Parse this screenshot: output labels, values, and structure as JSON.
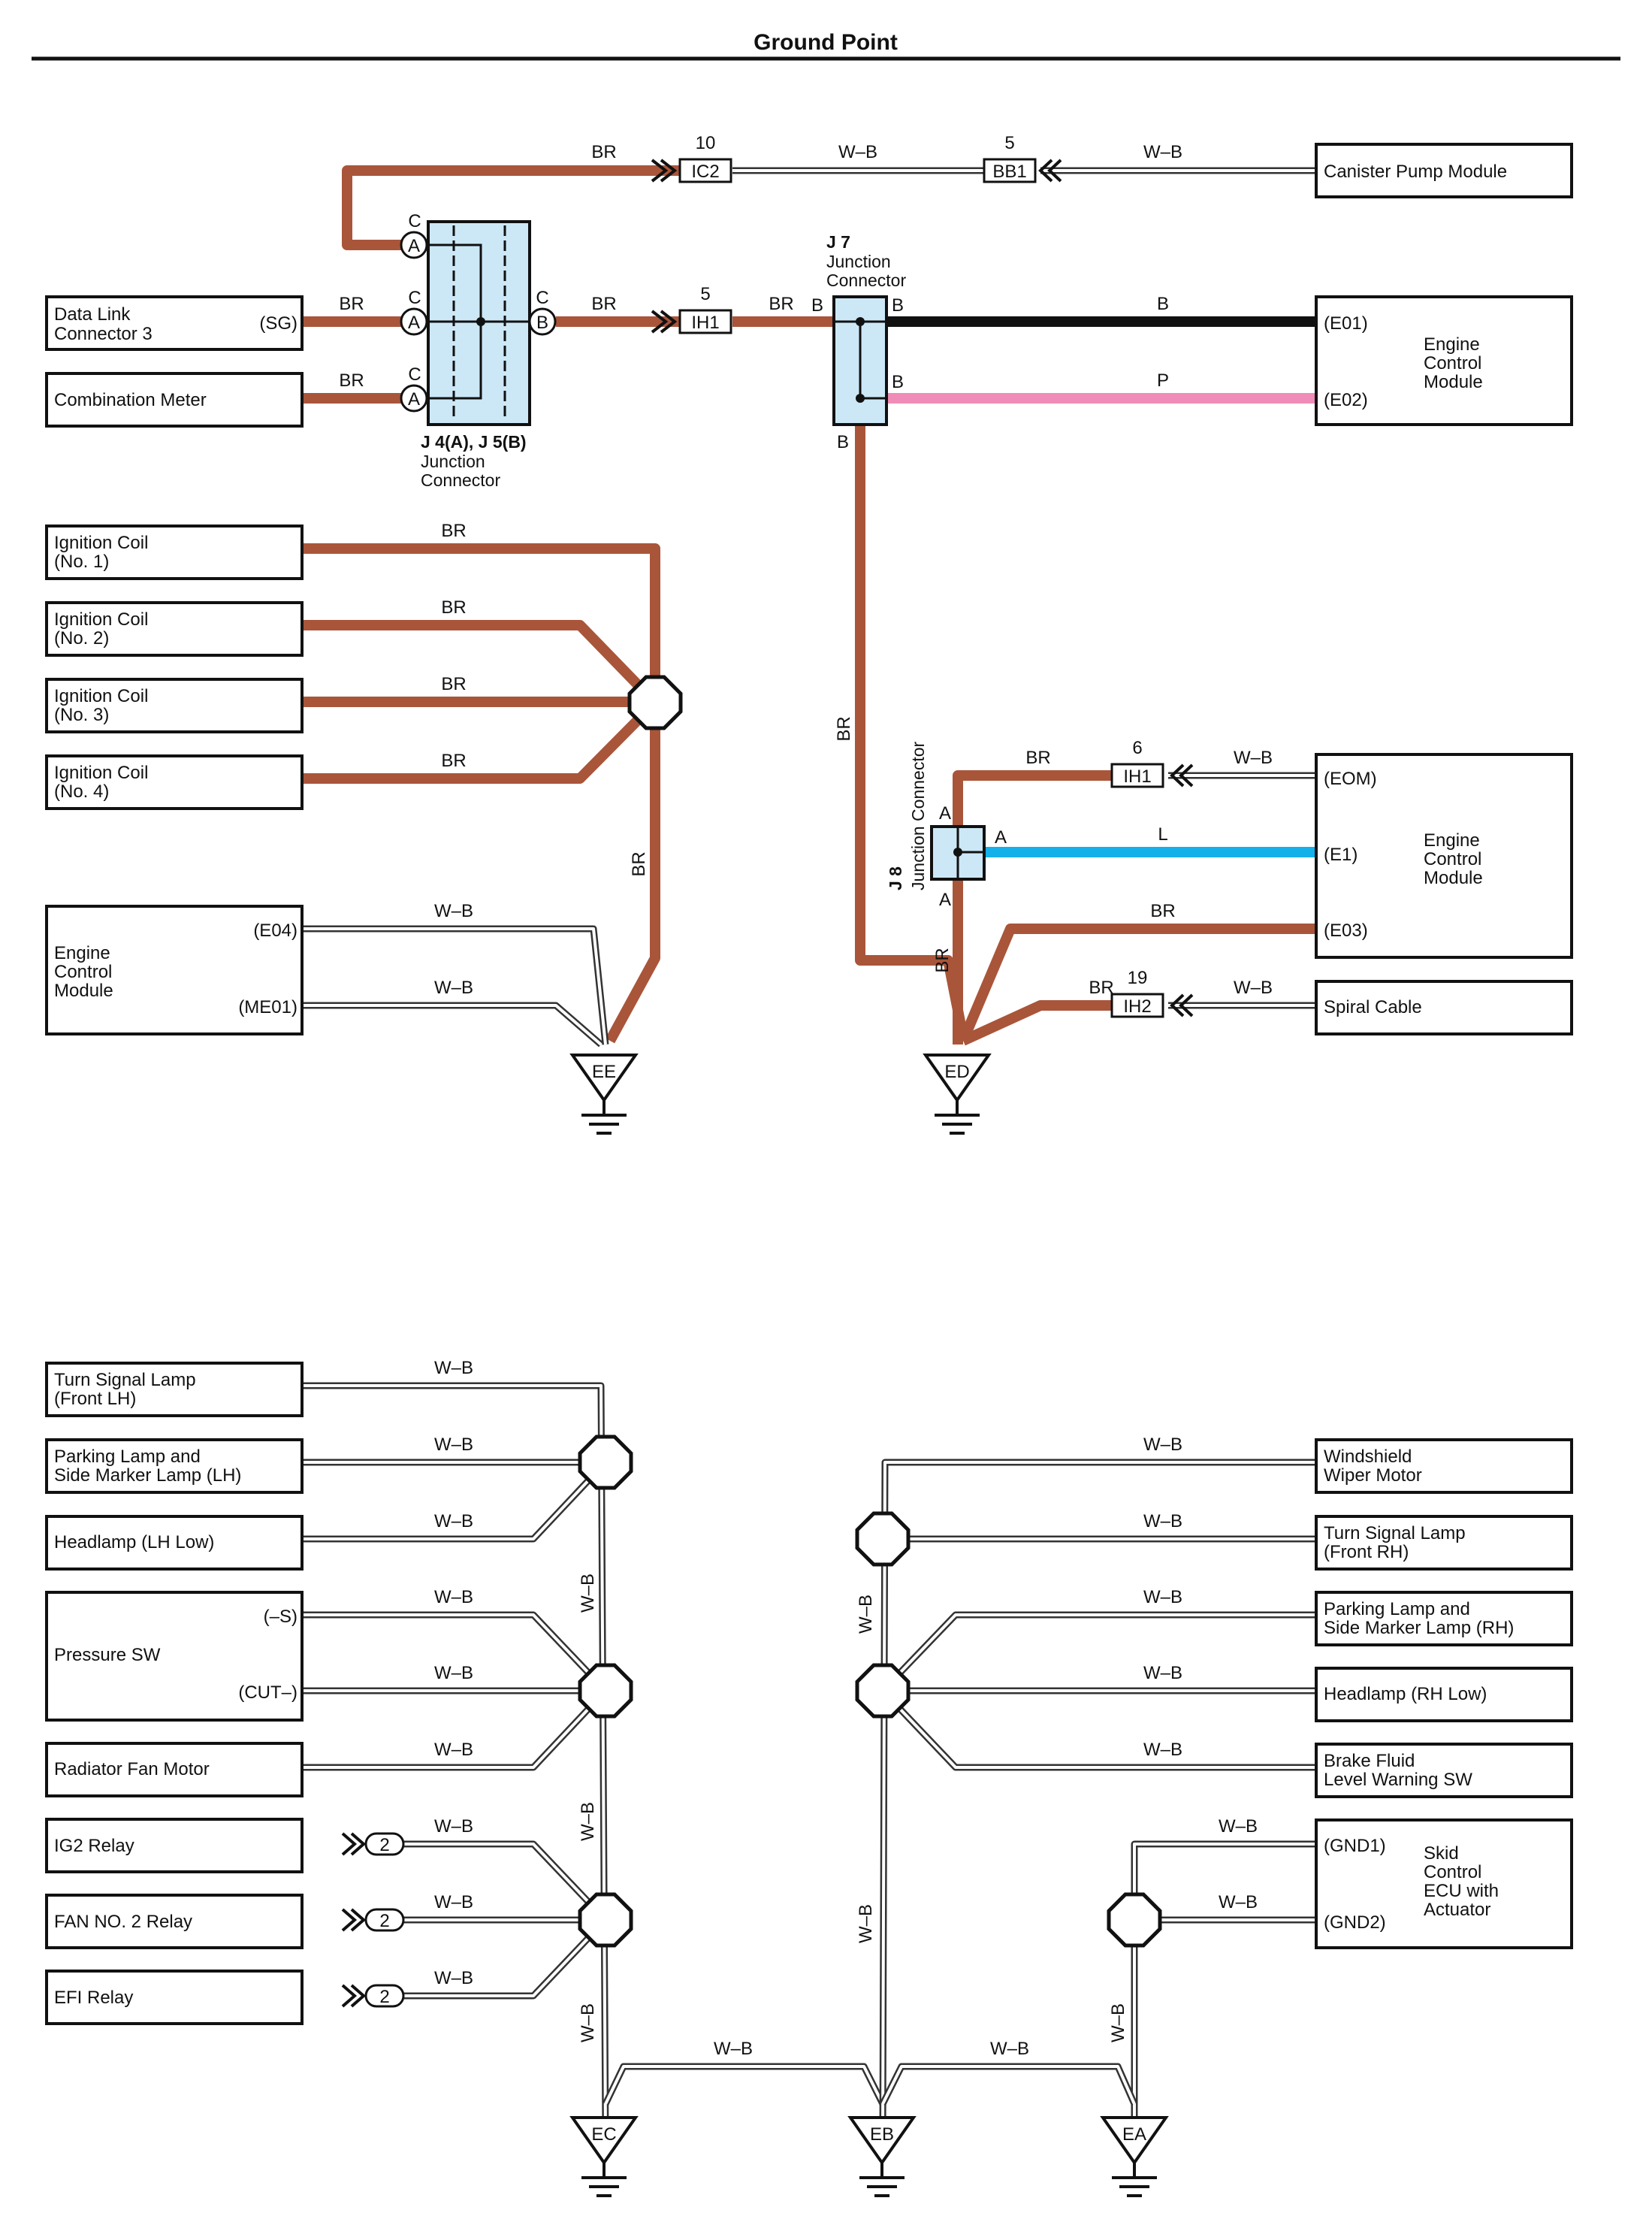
{
  "title": "Ground Point",
  "colors": {
    "BR": "#a9553a",
    "B": "#111111",
    "P": "#f08cb8",
    "L": "#14b0ea",
    "WB_core": "#ffffff",
    "WB_edge": "#333333",
    "junction_fill": "#cce8f6"
  },
  "wire_codes": {
    "br": "BR",
    "wb": "W–B",
    "b": "B",
    "p": "P",
    "l": "L"
  },
  "components": {
    "canister": "Canister Pump Module",
    "dlc3_l1": "Data Link",
    "dlc3_l2": "Connector 3",
    "dlc3_pin": "(SG)",
    "meter": "Combination Meter",
    "ecm_top_l1": "Engine",
    "ecm_top_l2": "Control",
    "ecm_top_l3": "Module",
    "ecm_top_e01": "(E01)",
    "ecm_top_e02": "(E02)",
    "coil1_l1": "Ignition Coil",
    "coil1_l2": "(No. 1)",
    "coil2_l1": "Ignition Coil",
    "coil2_l2": "(No. 2)",
    "coil3_l1": "Ignition Coil",
    "coil3_l2": "(No. 3)",
    "coil4_l1": "Ignition Coil",
    "coil4_l2": "(No. 4)",
    "ecm_left_l1": "Engine",
    "ecm_left_l2": "Control",
    "ecm_left_l3": "Module",
    "ecm_left_e04": "(E04)",
    "ecm_left_me01": "(ME01)",
    "ecm_right_l1": "Engine",
    "ecm_right_l2": "Control",
    "ecm_right_l3": "Module",
    "ecm_right_eom": "(EOM)",
    "ecm_right_e1": "(E1)",
    "ecm_right_e03": "(E03)",
    "spiral": "Spiral Cable",
    "turn_lh_l1": "Turn Signal Lamp",
    "turn_lh_l2": "(Front LH)",
    "park_lh_l1": "Parking Lamp and",
    "park_lh_l2": "Side Marker Lamp (LH)",
    "head_lh": "Headlamp (LH Low)",
    "pressure": "Pressure SW",
    "pressure_s": "(–S)",
    "pressure_cut": "(CUT–)",
    "radiator": "Radiator Fan Motor",
    "ig2": "IG2 Relay",
    "fan2": "FAN NO. 2 Relay",
    "efi": "EFI Relay",
    "wiper_l1": "Windshield",
    "wiper_l2": "Wiper Motor",
    "turn_rh_l1": "Turn Signal Lamp",
    "turn_rh_l2": "(Front RH)",
    "park_rh_l1": "Parking Lamp and",
    "park_rh_l2": "Side Marker Lamp (RH)",
    "head_rh": "Headlamp (RH Low)",
    "brake_l1": "Brake Fluid",
    "brake_l2": "Level Warning SW",
    "skid_gnd1": "(GND1)",
    "skid_gnd2": "(GND2)",
    "skid_l1": "Skid",
    "skid_l2": "Control",
    "skid_l3": "ECU with",
    "skid_l4": "Actuator"
  },
  "connectors": {
    "ic2": "IC2",
    "ic2_pin": "10",
    "bb1": "BB1",
    "bb1_pin": "5",
    "ih1_top": "IH1",
    "ih1_top_pin": "5",
    "ih1_right": "IH1",
    "ih1_right_pin": "6",
    "ih2": "IH2",
    "ih2_pin": "19",
    "relay_pin": "2"
  },
  "junctions": {
    "j4_title": "J 4(A), J 5(B)",
    "j4_l1": "Junction",
    "j4_l2": "Connector",
    "j7_title": "J 7",
    "j7_l1": "Junction",
    "j7_l2": "Connector",
    "j8_title": "J 8",
    "j8_l1": "Junction Connector",
    "pin_a": "A",
    "pin_b": "B",
    "pin_c": "C"
  },
  "grounds": {
    "ee": "EE",
    "ed": "ED",
    "ec": "EC",
    "eb": "EB",
    "ea": "EA"
  }
}
